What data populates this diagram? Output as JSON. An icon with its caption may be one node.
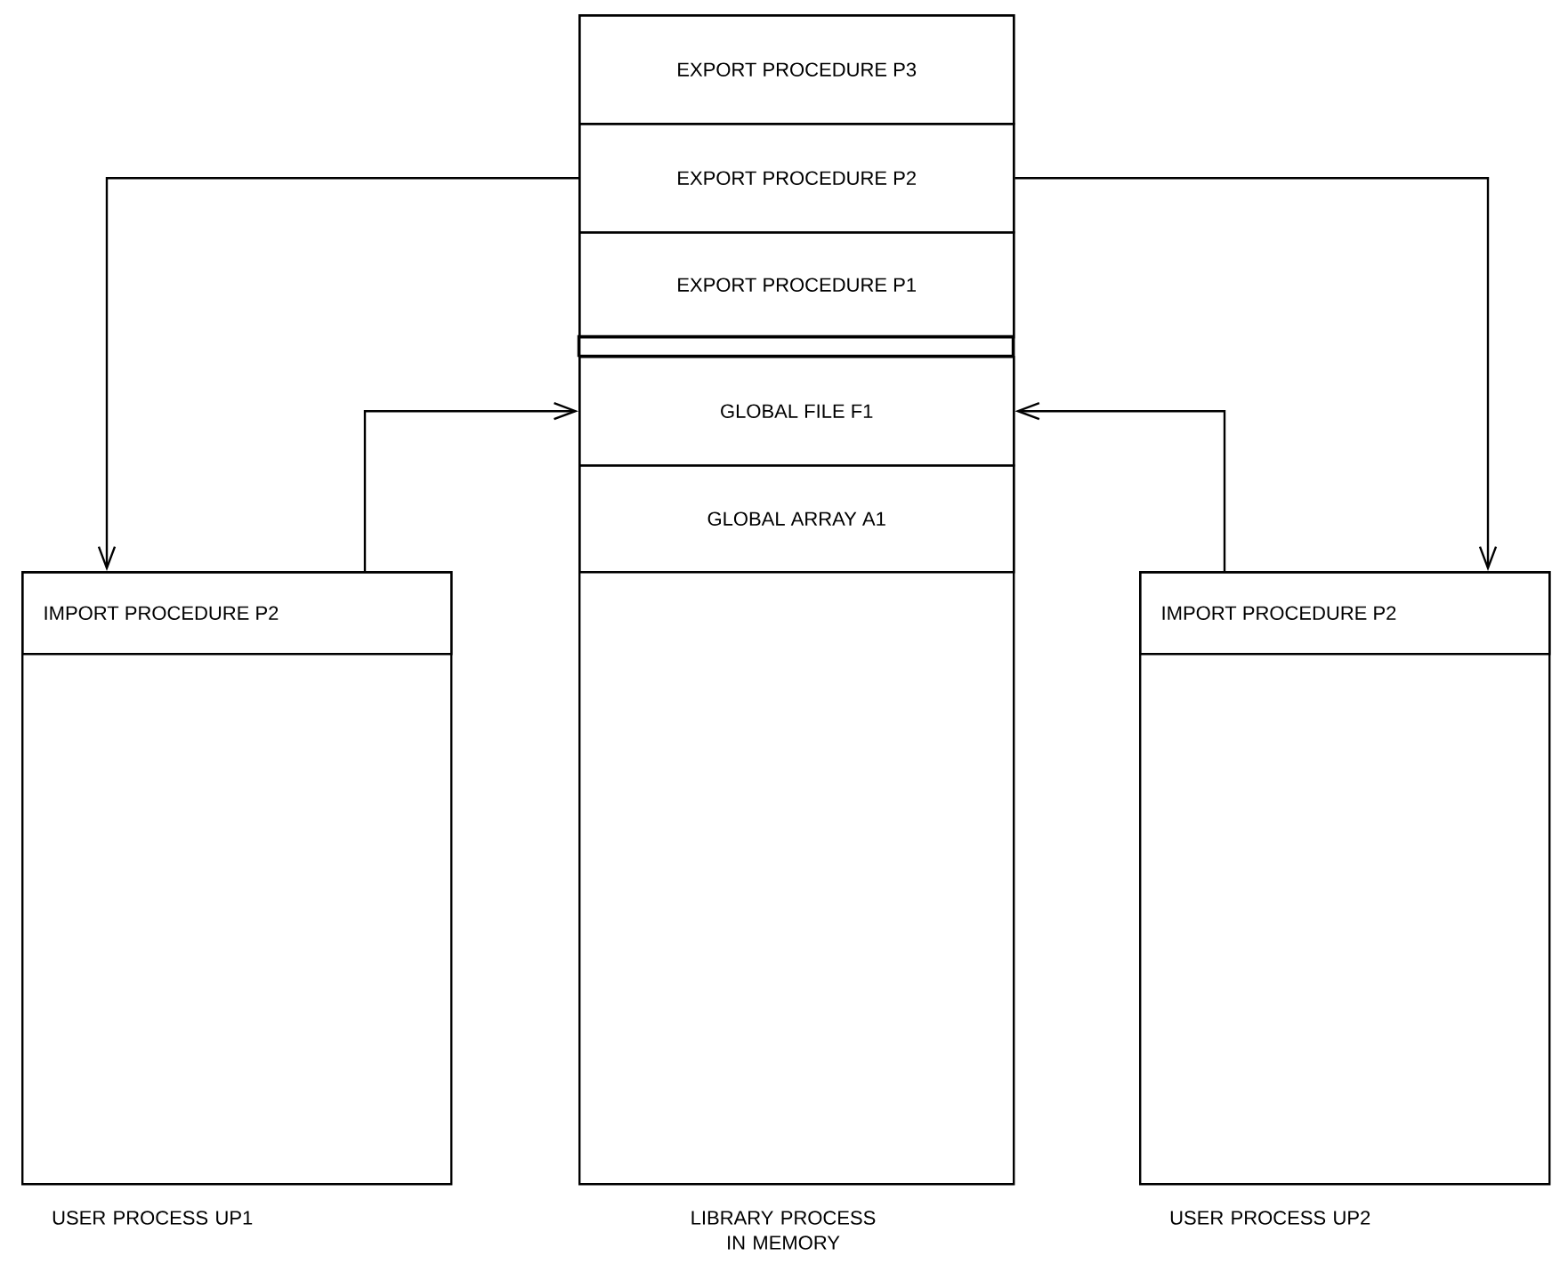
{
  "diagram": {
    "nodes": [
      {
        "text": [],
        "shape": "box",
        "beside": [
          "USER PROCESS UP1"
        ]
      },
      {
        "text": [
          "IMPORT PROCEDURE P2"
        ],
        "in": 0
      },
      {
        "text": [],
        "shape": "box",
        "beside": [
          "LIBRARY PROCESS IN MEMORY"
        ]
      },
      {
        "text": [
          "EXPORT PROCEDURE P3"
        ],
        "in": 2
      },
      {
        "text": [
          "EXPORT PROCEDURE P2"
        ],
        "in": 2
      },
      {
        "text": [
          "EXPORT PROCEDURE P1"
        ],
        "in": 2
      },
      {
        "text": [
          "GLOBAL FILE F1"
        ],
        "in": 2
      },
      {
        "text": [
          "GLOBAL ARRAY A1"
        ],
        "in": 2
      },
      {
        "text": [],
        "shape": "box",
        "beside": [
          "USER PROCESS UP2"
        ]
      },
      {
        "text": [
          "IMPORT PROCEDURE P2"
        ],
        "in": 8
      }
    ],
    "edges": [
      {
        "from": 4,
        "to": 1,
        "arrow": "to"
      },
      {
        "from": 1,
        "to": 6,
        "arrow": "to"
      },
      {
        "from": 4,
        "to": 9,
        "arrow": "to"
      },
      {
        "from": 9,
        "to": 6,
        "arrow": "to"
      }
    ]
  }
}
